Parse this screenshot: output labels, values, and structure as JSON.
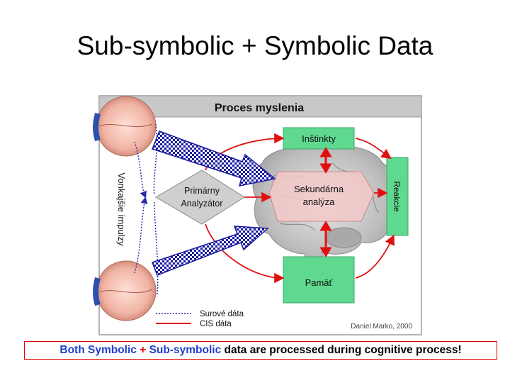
{
  "slide": {
    "title": "Sub-symbolic + Symbolic Data"
  },
  "diagram": {
    "header": "Proces myslenia",
    "side_label": "Vonkajšie impulzy",
    "primary_analyzer": [
      "Primárny",
      "Analyzátor"
    ],
    "secondary_analysis": [
      "Sekundárna",
      "analýza"
    ],
    "instincts": "Inštinkty",
    "memory": "Pamäť",
    "reaction": "Reakcie",
    "legend": {
      "raw_data": "Surové dáta",
      "cis_data": "CIS dáta"
    },
    "credit": "Daniel Marko, 2000",
    "colors": {
      "header_bg": "#c8c8c8",
      "green_box": "#5fd990",
      "analyzer_fill": "#cfcfcf",
      "cis_line": "#e01010",
      "arrow_blue": "#1a1aa0"
    }
  },
  "caption": {
    "part1": "Both Symbolic",
    "plus": " + ",
    "part2": "Sub-symbolic",
    "rest": " data are processed during cognitive process!"
  }
}
